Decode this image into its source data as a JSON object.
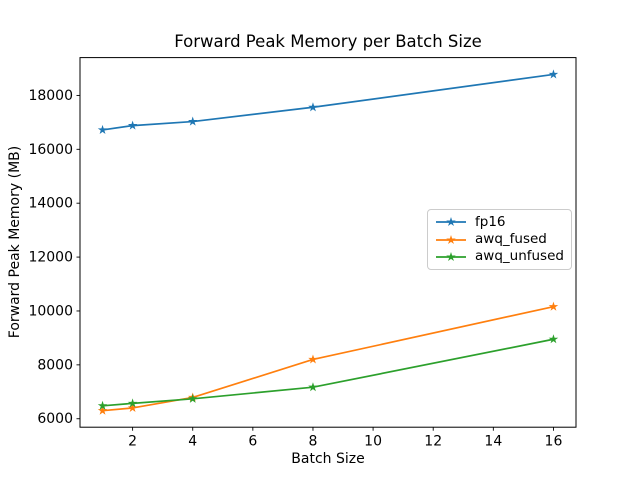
{
  "chart_data": {
    "type": "line",
    "title": "Forward Peak Memory per Batch Size",
    "xlabel": "Batch Size",
    "ylabel": "Forward Peak Memory (MB)",
    "x": [
      1,
      2,
      4,
      8,
      16
    ],
    "series": [
      {
        "name": "fp16",
        "color": "#1f77b4",
        "marker": "star",
        "values": [
          16720,
          16880,
          17030,
          17560,
          18780
        ]
      },
      {
        "name": "awq_fused",
        "color": "#ff7f0e",
        "marker": "star",
        "values": [
          6300,
          6400,
          6790,
          8200,
          10160
        ]
      },
      {
        "name": "awq_unfused",
        "color": "#2ca02c",
        "marker": "star",
        "values": [
          6480,
          6570,
          6740,
          7170,
          8950
        ]
      }
    ],
    "xlim": [
      0.25,
      16.75
    ],
    "ylim": [
      5686,
      19404
    ],
    "xticks": [
      2,
      4,
      6,
      8,
      10,
      12,
      14,
      16
    ],
    "yticks": [
      6000,
      8000,
      10000,
      12000,
      14000,
      16000,
      18000
    ],
    "grid": false,
    "legend": {
      "position": "center-right",
      "entries": [
        "fp16",
        "awq_fused",
        "awq_unfused"
      ]
    }
  },
  "colors": {
    "background": "#ffffff",
    "axes": "#000000",
    "text": "#000000",
    "legend_border": "#cccccc"
  }
}
